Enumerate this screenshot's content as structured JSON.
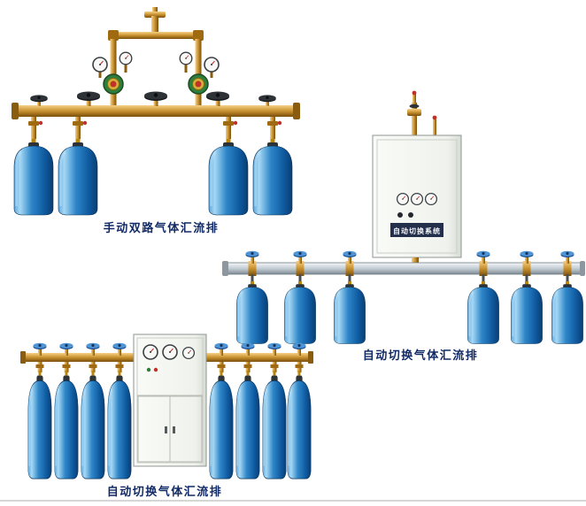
{
  "page": {
    "background": "#ffffff"
  },
  "products": [
    {
      "id": "manual-dual-manifold",
      "caption": "手动双路气体汇流排",
      "cylinders_visible": 4
    },
    {
      "id": "auto-switch-manifold-wall-cabinet",
      "caption": "自动切换气体汇流排",
      "cabinet_label": "自动切换系统",
      "cylinders_visible": 6
    },
    {
      "id": "auto-switch-manifold-floor-cabinet",
      "caption": "自动切换气体汇流排",
      "cylinders_visible": 8
    }
  ],
  "colors": {
    "cylinder_blue_highlight": "#a6d8f5",
    "cylinder_blue": "#2e86c8",
    "cylinder_blue_dark": "#0a3e72",
    "brass_light": "#f6d087",
    "brass": "#c8912f",
    "brass_dark": "#7a4f0c",
    "silver_light": "#f4f7f9",
    "silver_dark": "#7e8b94",
    "cabinet_body": "#eff2ec",
    "cabinet_border": "#8f9693",
    "handwheel_black": "#2e3338",
    "handwheel_blue": "#4f94d4",
    "red_cap": "#c23128",
    "caption_text": "#122b66",
    "bottom_rule": "#d6d6d6"
  }
}
